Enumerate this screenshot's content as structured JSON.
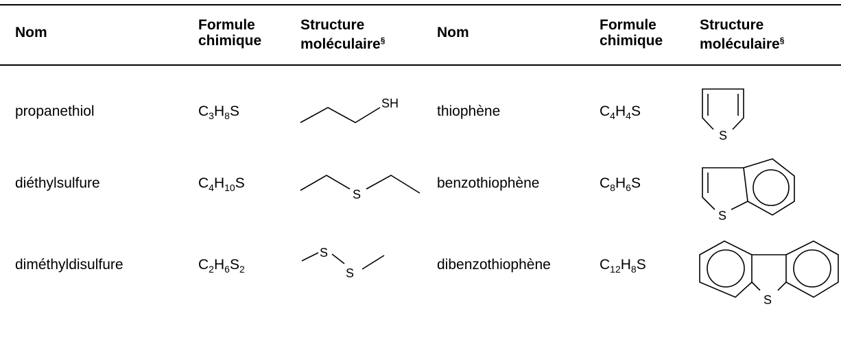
{
  "headers": [
    {
      "line1": "Nom",
      "line2": ""
    },
    {
      "line1": "Formule",
      "line2": "chimique"
    },
    {
      "line1": "Structure",
      "line2": "moléculaire",
      "sup": "§"
    },
    {
      "line1": "Nom",
      "line2": ""
    },
    {
      "line1": "Formule",
      "line2": "chimique"
    },
    {
      "line1": "Structure",
      "line2": "moléculaire",
      "sup": "§"
    }
  ],
  "rows": [
    {
      "left": {
        "name": "propanethiol",
        "formula": [
          [
            "C",
            ""
          ],
          [
            "3",
            "sub"
          ],
          [
            "H",
            ""
          ],
          [
            "8",
            "sub"
          ],
          [
            "S",
            ""
          ]
        ],
        "structure_label": "SH"
      },
      "right": {
        "name": "thiophène",
        "formula": [
          [
            "C",
            ""
          ],
          [
            "4",
            "sub"
          ],
          [
            "H",
            ""
          ],
          [
            "4",
            "sub"
          ],
          [
            "S",
            ""
          ]
        ],
        "structure_label": "S"
      }
    },
    {
      "left": {
        "name": "diéthylsulfure",
        "formula": [
          [
            "C",
            ""
          ],
          [
            "4",
            "sub"
          ],
          [
            "H",
            ""
          ],
          [
            "10",
            "sub"
          ],
          [
            "S",
            ""
          ]
        ],
        "structure_label": "S"
      },
      "right": {
        "name": "benzothiophène",
        "formula": [
          [
            "C",
            ""
          ],
          [
            "8",
            "sub"
          ],
          [
            "H",
            ""
          ],
          [
            "6",
            "sub"
          ],
          [
            "S",
            ""
          ]
        ],
        "structure_label": "S"
      }
    },
    {
      "left": {
        "name": "diméthyldisulfure",
        "formula": [
          [
            "C",
            ""
          ],
          [
            "2",
            "sub"
          ],
          [
            "H",
            ""
          ],
          [
            "6",
            "sub"
          ],
          [
            "S",
            ""
          ],
          [
            "2",
            "sub"
          ]
        ],
        "structure_label": "S"
      },
      "right": {
        "name": "dibenzothiophène",
        "formula": [
          [
            "C",
            ""
          ],
          [
            "12",
            "sub"
          ],
          [
            "H",
            ""
          ],
          [
            "8",
            "sub"
          ],
          [
            "S",
            ""
          ]
        ],
        "structure_label": "S"
      }
    }
  ]
}
